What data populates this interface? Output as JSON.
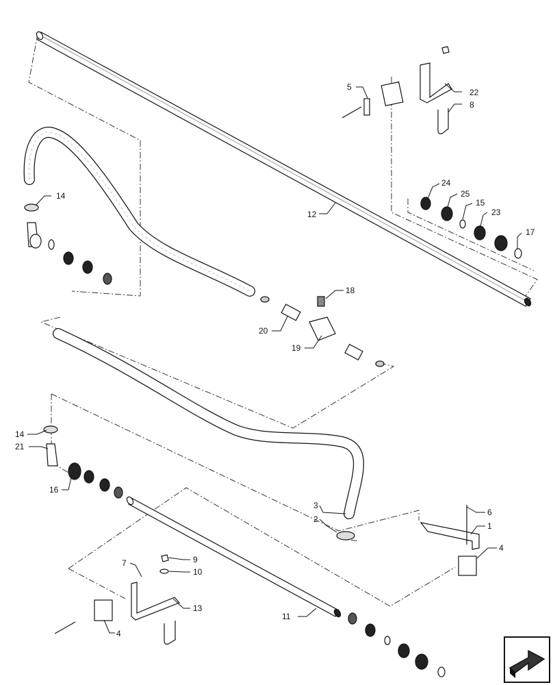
{
  "diagram": {
    "callouts": [
      {
        "id": "c1",
        "label": "1"
      },
      {
        "id": "c2",
        "label": "2"
      },
      {
        "id": "c3",
        "label": "3"
      },
      {
        "id": "c4a",
        "label": "4"
      },
      {
        "id": "c4b",
        "label": "4"
      },
      {
        "id": "c5",
        "label": "5"
      },
      {
        "id": "c6",
        "label": "6"
      },
      {
        "id": "c7",
        "label": "7"
      },
      {
        "id": "c8",
        "label": "8"
      },
      {
        "id": "c9",
        "label": "9"
      },
      {
        "id": "c10",
        "label": "10"
      },
      {
        "id": "c11",
        "label": "11"
      },
      {
        "id": "c12",
        "label": "12"
      },
      {
        "id": "c13",
        "label": "13"
      },
      {
        "id": "c14a",
        "label": "14"
      },
      {
        "id": "c14b",
        "label": "14"
      },
      {
        "id": "c15",
        "label": "15"
      },
      {
        "id": "c16",
        "label": "16"
      },
      {
        "id": "c17",
        "label": "17"
      },
      {
        "id": "c18",
        "label": "18"
      },
      {
        "id": "c19",
        "label": "19"
      },
      {
        "id": "c20",
        "label": "20"
      },
      {
        "id": "c21",
        "label": "21"
      },
      {
        "id": "c22",
        "label": "22"
      },
      {
        "id": "c23",
        "label": "23"
      },
      {
        "id": "c24",
        "label": "24"
      },
      {
        "id": "c25",
        "label": "25"
      }
    ],
    "nav_icon": "return-arrow-icon",
    "colors": {
      "line": "#111111",
      "fill": "#ffffff",
      "shade": "#bdbdbd"
    }
  }
}
